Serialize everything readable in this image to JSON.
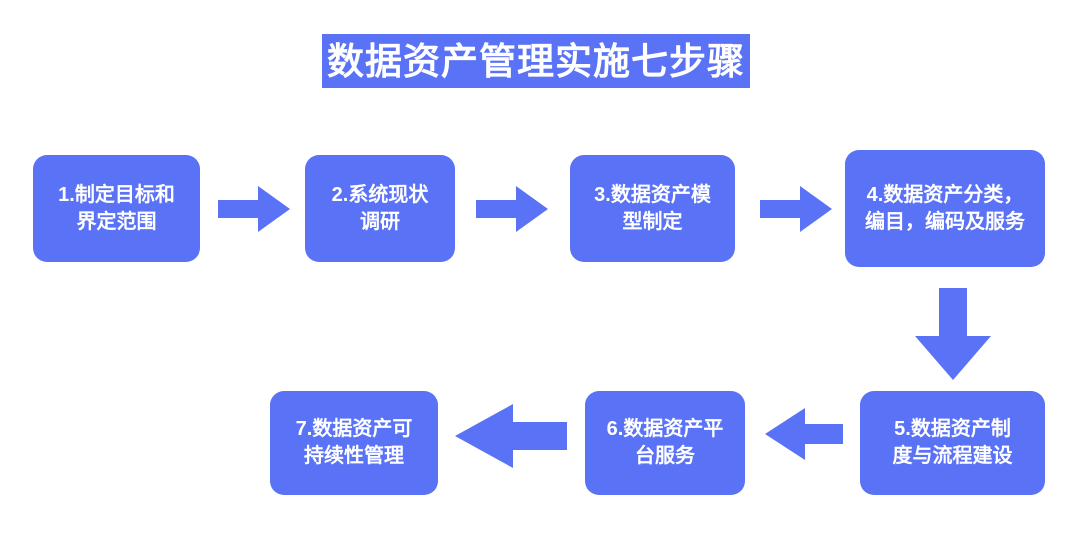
{
  "title": {
    "text": "数据资产管理实施七步骤"
  },
  "colors": {
    "accent": "#5A72F5",
    "box_fill": "#5A72F5",
    "arrow_fill": "#5A72F5",
    "text": "#FFFFFF",
    "background": "#FFFFFF"
  },
  "steps": [
    {
      "id": 1,
      "label": "1.制定目标和\n界定范围"
    },
    {
      "id": 2,
      "label": "2.系统现状\n调研"
    },
    {
      "id": 3,
      "label": "3.数据资产模\n型制定"
    },
    {
      "id": 4,
      "label": "4.数据资产分类，\n编目，编码及服务"
    },
    {
      "id": 5,
      "label": "5.数据资产制\n度与流程建设"
    },
    {
      "id": 6,
      "label": "6.数据资产平\n台服务"
    },
    {
      "id": 7,
      "label": "7.数据资产可\n持续性管理"
    }
  ],
  "connectors": [
    {
      "from": 1,
      "to": 2,
      "direction": "right"
    },
    {
      "from": 2,
      "to": 3,
      "direction": "right"
    },
    {
      "from": 3,
      "to": 4,
      "direction": "right"
    },
    {
      "from": 4,
      "to": 5,
      "direction": "down"
    },
    {
      "from": 5,
      "to": 6,
      "direction": "left"
    },
    {
      "from": 6,
      "to": 7,
      "direction": "left"
    }
  ],
  "chart_data": {
    "type": "diagram",
    "title": "数据资产管理实施七步骤",
    "flow": "serpentine: steps 1-4 left-to-right on top row, step 4 down to step 5, steps 5-7 right-to-left on bottom row",
    "nodes": [
      "1.制定目标和界定范围",
      "2.系统现状调研",
      "3.数据资产模型制定",
      "4.数据资产分类，编目，编码及服务",
      "5.数据资产制度与流程建设",
      "6.数据资产平台服务",
      "7.数据资产可持续性管理"
    ]
  }
}
